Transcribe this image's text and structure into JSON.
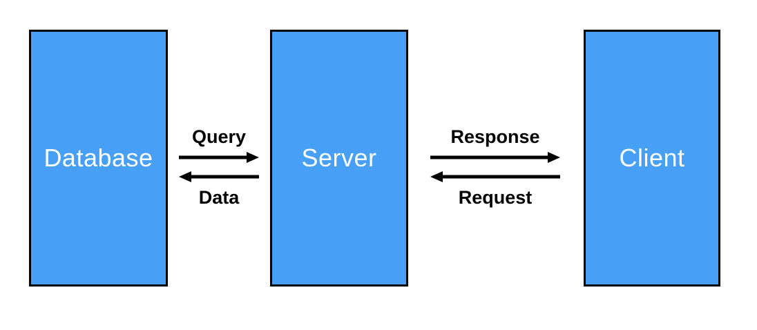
{
  "diagram": {
    "nodes": [
      {
        "id": "database",
        "label": "Database"
      },
      {
        "id": "server",
        "label": "Server"
      },
      {
        "id": "client",
        "label": "Client"
      }
    ],
    "connections": [
      {
        "between": [
          "Database",
          "Server"
        ],
        "forward_label": "Query",
        "forward_direction": "right",
        "backward_label": "Data",
        "backward_direction": "left"
      },
      {
        "between": [
          "Server",
          "Client"
        ],
        "forward_label": "Response",
        "forward_direction": "right",
        "backward_label": "Request",
        "backward_direction": "left"
      }
    ],
    "colors": {
      "background": "#ffffff",
      "node_fill": "#47a0f6",
      "node_border": "#000000",
      "node_text": "#ffffff",
      "arrow": "#000000",
      "label_text": "#000000"
    }
  }
}
